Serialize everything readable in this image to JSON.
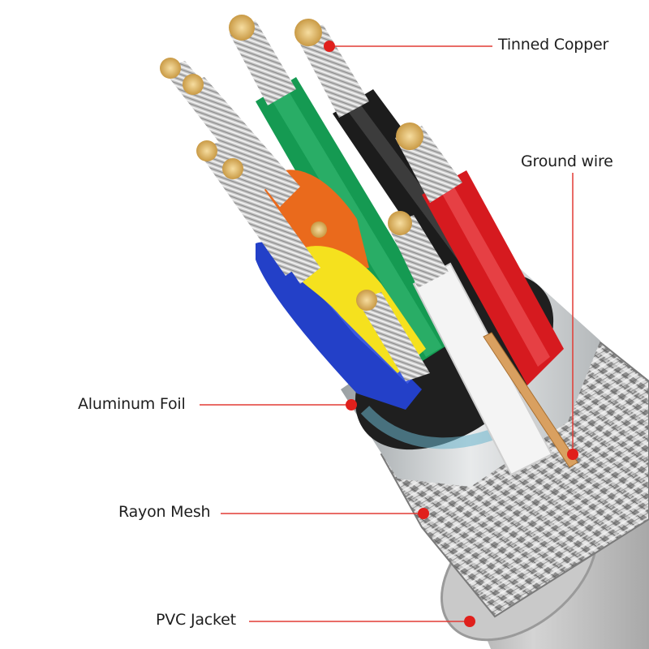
{
  "callouts": [
    {
      "id": "tinned-copper",
      "text": "Tinned Copper"
    },
    {
      "id": "ground-wire",
      "text": "Ground wire"
    },
    {
      "id": "aluminum-foil",
      "text": "Aluminum Foil"
    },
    {
      "id": "rayon-mesh",
      "text": "Rayon Mesh"
    },
    {
      "id": "pvc-jacket",
      "text": "PVC Jacket"
    }
  ],
  "colors": {
    "callout_line": "#e23b35",
    "callout_dot": "#e0201c",
    "pvc_jacket": "#bcbcbc",
    "mesh": "#9a9a9a",
    "foil": "#cfd2d4",
    "wire_red": "#d61a1f",
    "wire_black": "#1c1c1c",
    "wire_green": "#159a52",
    "wire_white": "#f4f4f4",
    "wire_orange": "#ea6a1c",
    "wire_yellow": "#f5e11e",
    "wire_blue": "#2340c8",
    "copper_strands": "#b9b9b9",
    "copper_tips": "#e6c27a"
  }
}
